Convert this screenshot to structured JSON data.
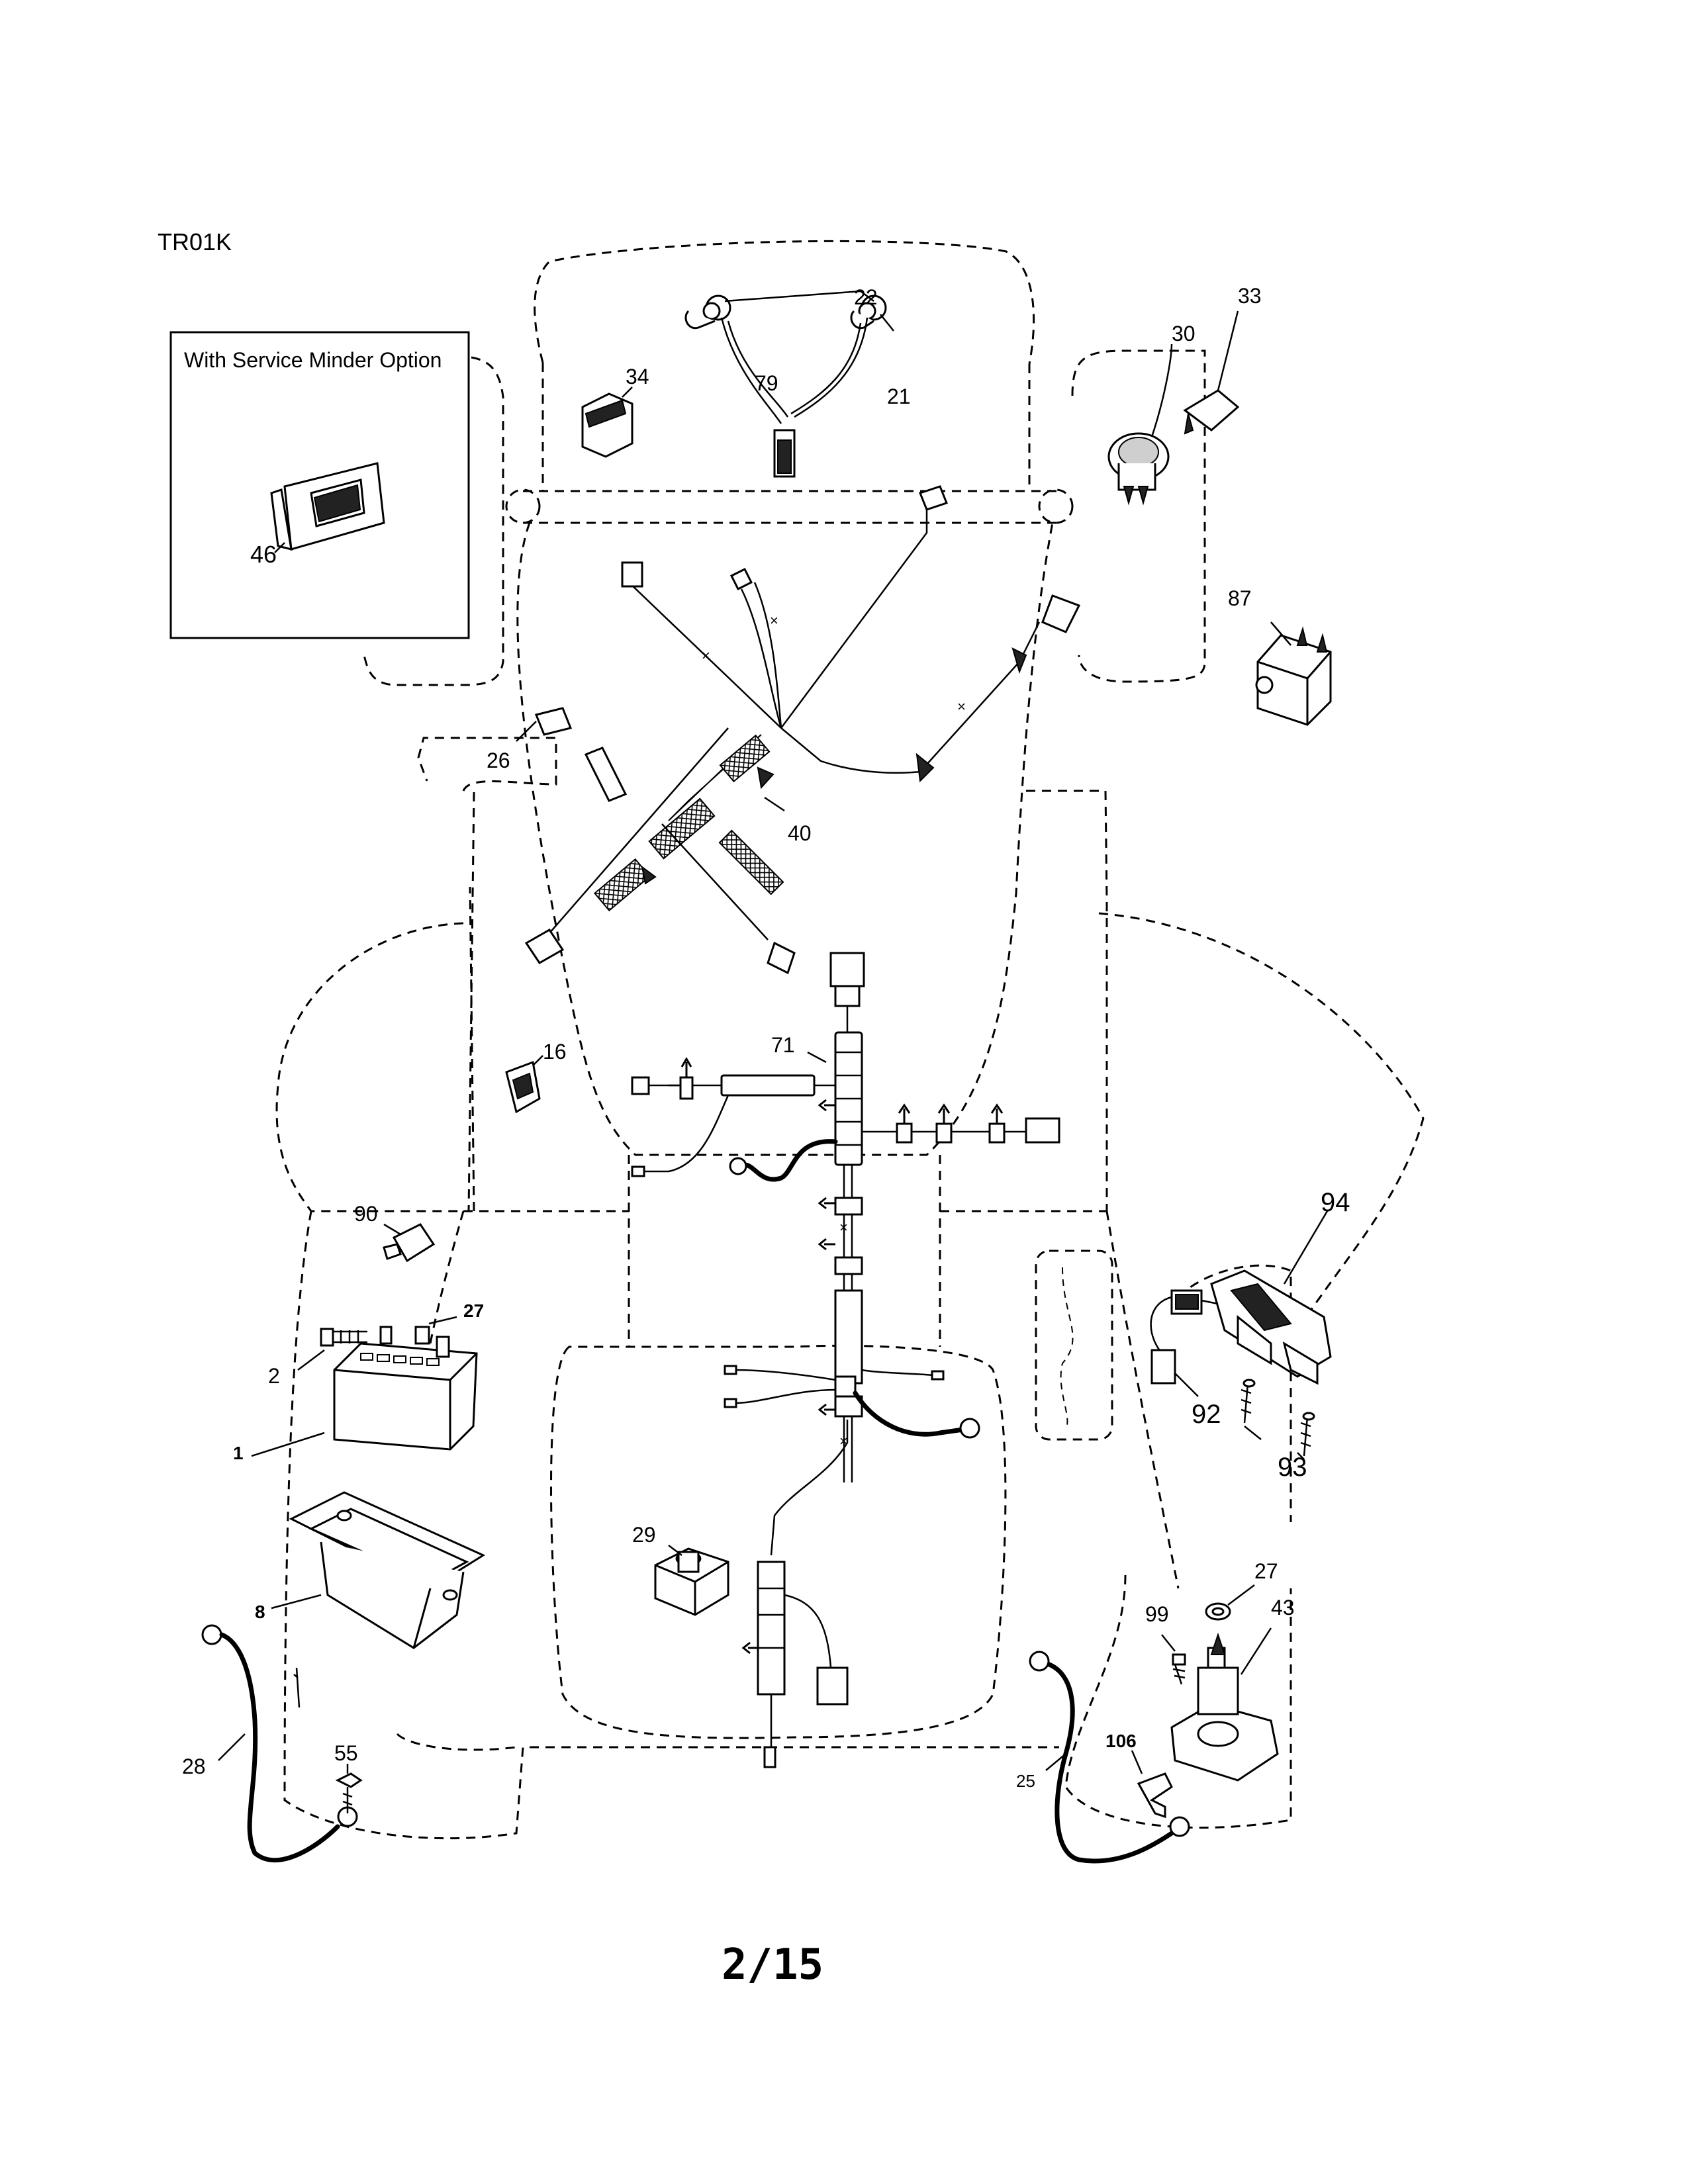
{
  "diagram_code": "TR01K",
  "option_box_title": "With Service Minder Option",
  "page_number": "2/15",
  "callouts": {
    "c1": "1",
    "c2": "2",
    "c8": "8",
    "c16": "16",
    "c21": "21",
    "c22": "22",
    "c25": "25",
    "c26": "26",
    "c27a": "27",
    "c27b": "27",
    "c28": "28",
    "c29": "29",
    "c30": "30",
    "c33": "33",
    "c34": "34",
    "c40": "40",
    "c43": "43",
    "c46": "46",
    "c55": "55",
    "c71": "71",
    "c79": "79",
    "c87": "87",
    "c90": "90",
    "c92": "92",
    "c93": "93",
    "c94": "94",
    "c99": "99",
    "c106": "106"
  }
}
